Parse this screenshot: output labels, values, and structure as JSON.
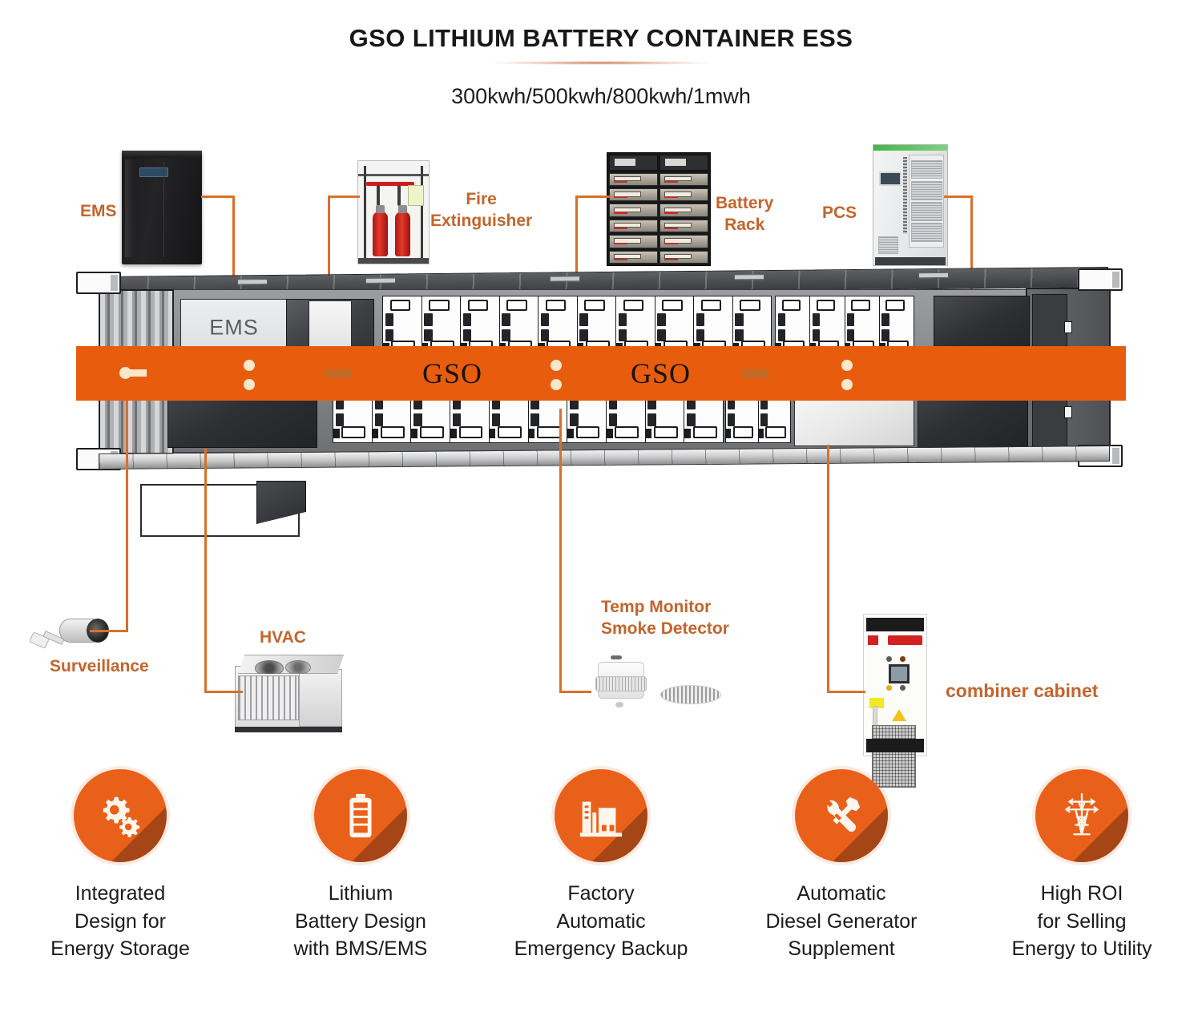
{
  "header": {
    "title": "GSO LITHIUM BATTERY CONTAINER ESS",
    "subtitle": "300kwh/500kwh/800kwh/1mwh"
  },
  "colors": {
    "brand_orange": "#e85d0d",
    "label_orange": "#c4642c",
    "lead_line": "#d9702a",
    "icon_orange": "#e8601a",
    "icon_shadow": "#7e3613"
  },
  "container": {
    "ems_door_label": "EMS",
    "brand_mark_left": "GSO",
    "brand_mark_right": "GSO"
  },
  "callouts": [
    {
      "id": "ems",
      "label": "EMS",
      "icon": "ems-cabinet-photo"
    },
    {
      "id": "fire-extinguisher",
      "label": "Fire\nExtinguisher",
      "icon": "fire-extinguisher-photo"
    },
    {
      "id": "battery-rack",
      "label": "Battery\nRack",
      "icon": "battery-rack-photo"
    },
    {
      "id": "pcs",
      "label": "PCS",
      "icon": "pcs-cabinet-photo"
    },
    {
      "id": "surveillance",
      "label": "Surveillance",
      "icon": "security-camera-photo"
    },
    {
      "id": "hvac",
      "label": "HVAC",
      "icon": "hvac-unit-photo"
    },
    {
      "id": "temp-smoke",
      "label": "Temp Monitor\nSmoke Detector",
      "icon": "smoke-detector-photo"
    },
    {
      "id": "combiner-cabinet",
      "label": "combiner cabinet",
      "icon": "combiner-cabinet-photo"
    }
  ],
  "features": [
    {
      "icon": "gears-icon",
      "label": "Integrated\nDesign for\nEnergy Storage"
    },
    {
      "icon": "battery-icon",
      "label": "Lithium\nBattery Design\nwith BMS/EMS"
    },
    {
      "icon": "factory-icon",
      "label": "Factory\nAutomatic\nEmergency Backup"
    },
    {
      "icon": "tools-icon",
      "label": "Automatic\nDiesel Generator\nSupplement"
    },
    {
      "icon": "power-tower-icon",
      "label": "High ROI\nfor Selling\nEnergy to Utility"
    }
  ]
}
